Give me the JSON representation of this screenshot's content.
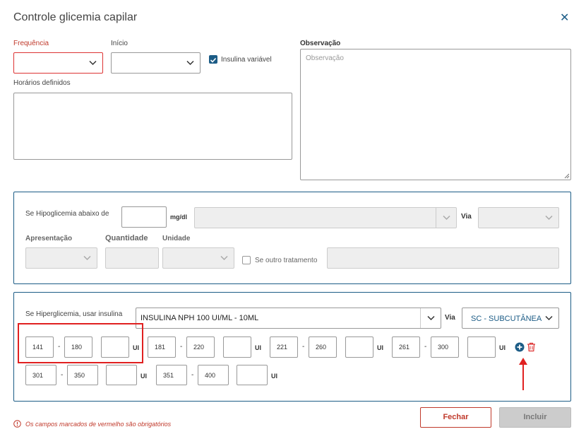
{
  "modal": {
    "title": "Controle glicemia capilar"
  },
  "form": {
    "frequencia_label": "Frequência",
    "inicio_label": "Início",
    "insulina_variavel_label": "Insulina variável",
    "insulina_variavel_checked": true,
    "horarios_label": "Horários definidos",
    "observacao_label": "Observação",
    "observacao_placeholder": "Observação"
  },
  "hipo": {
    "abaixo_label": "Se Hipoglicemia abaixo de",
    "unit_label": "mg/dl",
    "via_label": "Via",
    "apresentacao_label": "Apresentação",
    "quantidade_label": "Quantidade",
    "unidade_label": "Unidade",
    "outro_label": "Se outro tratamento"
  },
  "hiper": {
    "usar_label": "Se Hiperglicemia, usar insulina",
    "insulina_value": "INSULINA NPH 100 UI/ML  - 10ML",
    "via_label": "Via",
    "via_value": "SC - SUBCUTÂNEA",
    "ui_label": "UI",
    "dash": "-",
    "ranges_row1": [
      {
        "min": "141",
        "max": "180",
        "ui": ""
      },
      {
        "min": "181",
        "max": "220",
        "ui": ""
      },
      {
        "min": "221",
        "max": "260",
        "ui": ""
      },
      {
        "min": "261",
        "max": "300",
        "ui": ""
      }
    ],
    "ranges_row2": [
      {
        "min": "301",
        "max": "350",
        "ui": ""
      },
      {
        "min": "351",
        "max": "400",
        "ui": ""
      }
    ]
  },
  "footer": {
    "warning": "Os campos marcados de vermelho são obrigatórios",
    "fechar_label": "Fechar",
    "incluir_label": "Incluir"
  },
  "colors": {
    "accent": "#1c5c86",
    "required": "#d33333",
    "annotation": "#e02020"
  }
}
